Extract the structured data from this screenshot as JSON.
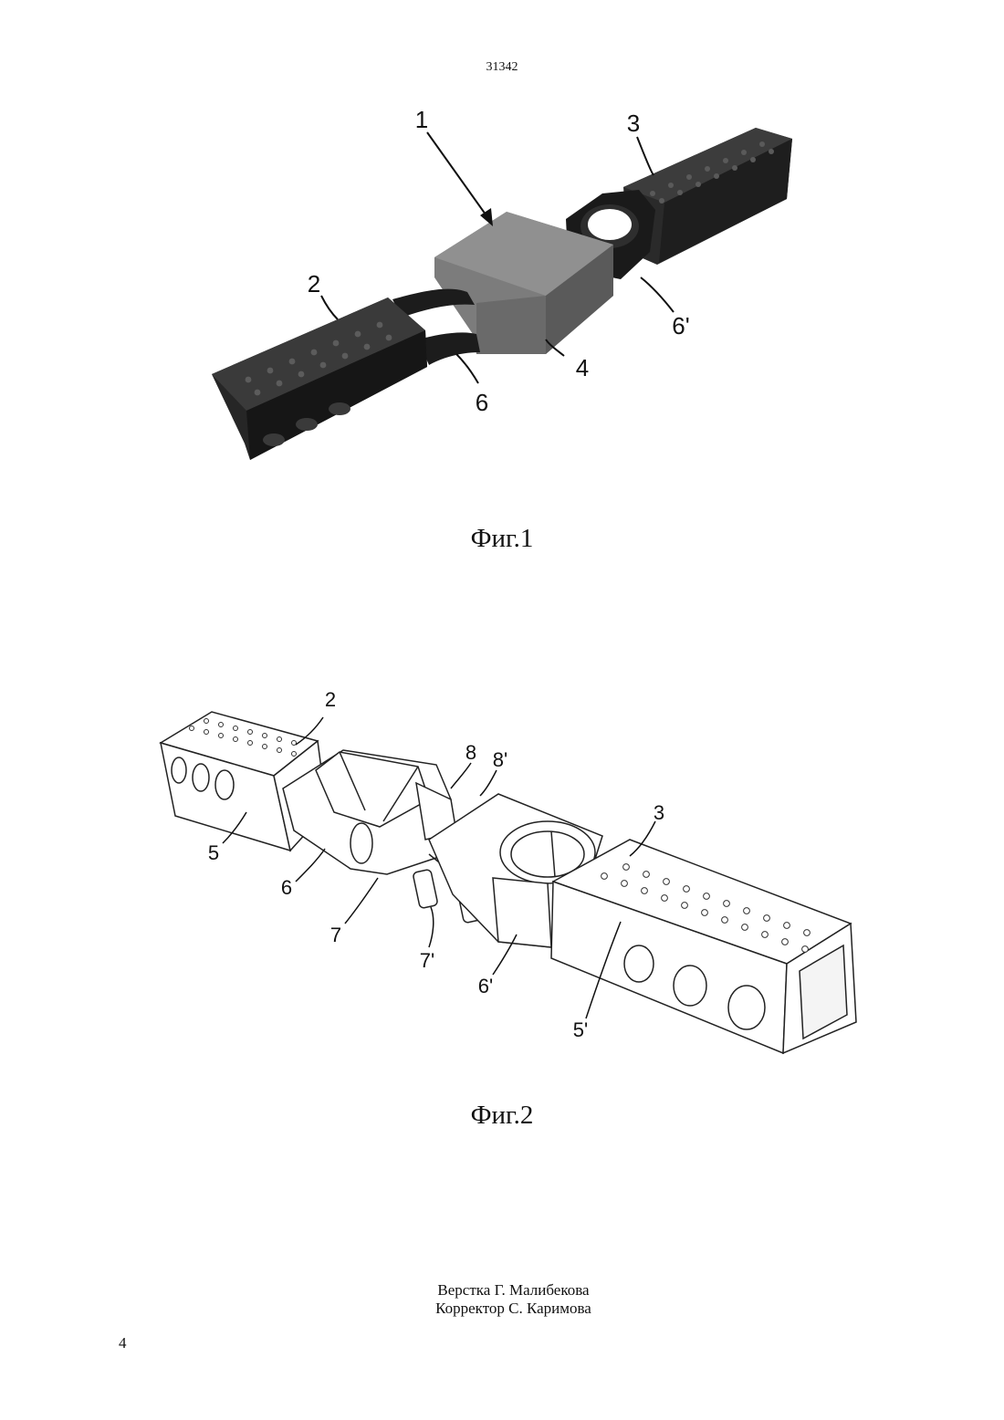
{
  "header": {
    "doc_number": "31342"
  },
  "figure1": {
    "caption": "Фиг.1",
    "callouts": [
      "1",
      "2",
      "3",
      "4",
      "6",
      "6'"
    ]
  },
  "figure2": {
    "caption": "Фиг.2",
    "callouts": [
      "2",
      "3",
      "5",
      "5'",
      "6",
      "6'",
      "7",
      "7'",
      "8",
      "8'"
    ]
  },
  "footer": {
    "layout_credit": "Верстка Г. Малибекова",
    "proof_credit": "Корректор С. Каримова",
    "page_number": "4"
  }
}
